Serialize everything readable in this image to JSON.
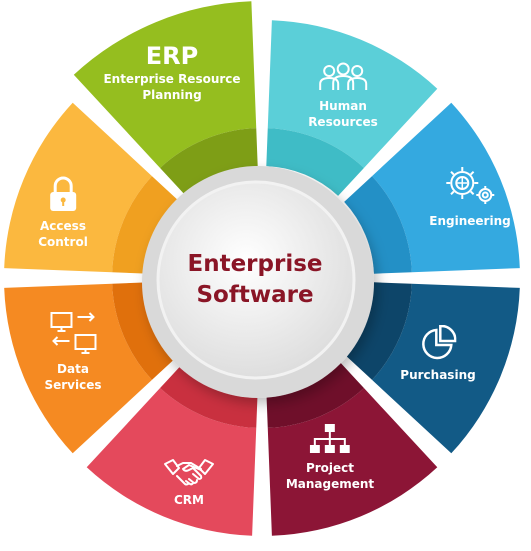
{
  "center": {
    "line1": "Enterprise",
    "line2": "Software"
  },
  "segments": [
    {
      "id": "erp",
      "title": "ERP",
      "line1": "Enterprise Resource",
      "line2": "Planning",
      "icon": "none",
      "color": "#95be1f",
      "inner": "#7e9e16"
    },
    {
      "id": "hr",
      "line1": "Human",
      "line2": "Resources",
      "icon": "team-icon",
      "color": "#5bcfd8",
      "inner": "#3fbcc6"
    },
    {
      "id": "eng",
      "line1": "Engineering",
      "icon": "gears-icon",
      "color": "#34a9e0",
      "inner": "#2390c6"
    },
    {
      "id": "pur",
      "line1": "Purchasing",
      "icon": "pie-chart-icon",
      "color": "#125a86",
      "inner": "#0d4569"
    },
    {
      "id": "pm",
      "line1": "Project",
      "line2": "Management",
      "icon": "hierarchy-icon",
      "color": "#8c1536",
      "inner": "#6f0f2a"
    },
    {
      "id": "crm",
      "line1": "CRM",
      "icon": "handshake-icon",
      "color": "#e4495c",
      "inner": "#c9303f"
    },
    {
      "id": "ds",
      "line1": "Data",
      "line2": "Services",
      "icon": "data-transfer-icon",
      "color": "#f58a22",
      "inner": "#e0700c"
    },
    {
      "id": "ac",
      "line1": "Access",
      "line2": "Control",
      "icon": "lock-icon",
      "color": "#fbb83f",
      "inner": "#f0a020"
    }
  ]
}
